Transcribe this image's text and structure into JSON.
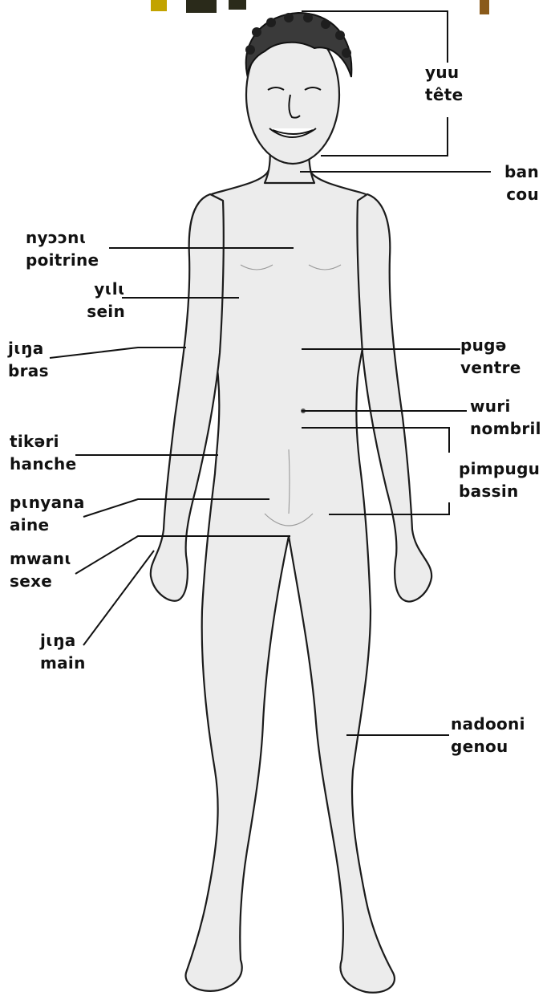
{
  "colors": {
    "title_top": "#c2a300",
    "title_mid": "#2a2a1a",
    "bracket": "#8a5a1a",
    "ink": "#111111",
    "skin": "#ececec"
  },
  "labels": {
    "head": {
      "local": "yuu",
      "french": "tête"
    },
    "neck": {
      "local": "ban",
      "french": "cou"
    },
    "chest": {
      "local": "nyɔɔnɩ",
      "french": "poitrine"
    },
    "breast": {
      "local": "yɩlɩ",
      "french": "sein"
    },
    "arm": {
      "local": "jɩŋa",
      "french": "bras"
    },
    "belly": {
      "local": "pugə",
      "french": "ventre"
    },
    "navel": {
      "local": "wuri",
      "french": "nombril"
    },
    "hip": {
      "local": "tikəri",
      "french": "hanche"
    },
    "pelvis": {
      "local": "pimpugu",
      "french": "bassin"
    },
    "groin": {
      "local": "pɩnyana",
      "french": "aine"
    },
    "sex": {
      "local": "mwanɩ",
      "french": "sexe"
    },
    "hand": {
      "local": "jɩŋa",
      "french": "main"
    },
    "knee": {
      "local": "nadooni",
      "french": "genou"
    }
  }
}
